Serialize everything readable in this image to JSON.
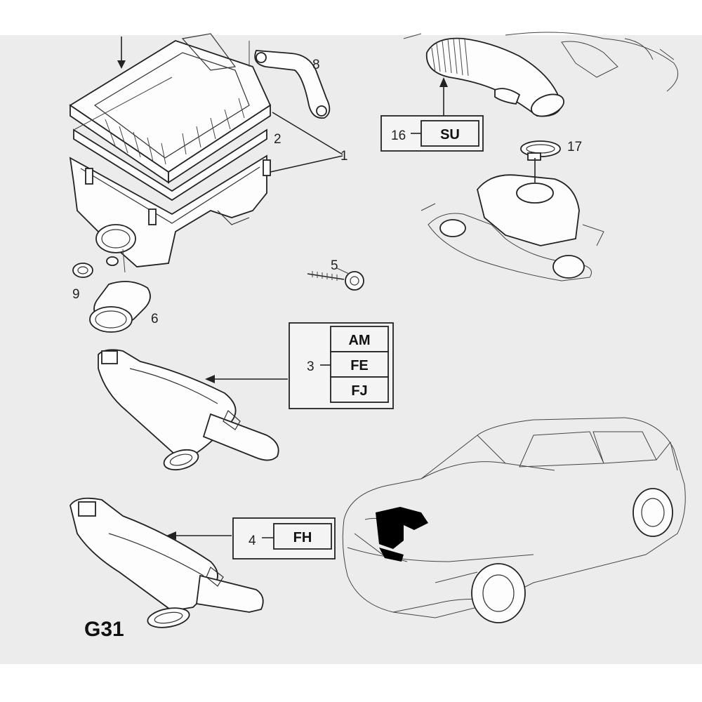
{
  "diagram": {
    "page_code": "G31",
    "callouts": {
      "c1": "1",
      "c2": "2",
      "c3": "3",
      "c4": "4",
      "c5": "5",
      "c6": "6",
      "c8": "8",
      "c9": "9",
      "c16": "16",
      "c17": "17"
    },
    "variant_boxes": {
      "box3": [
        "AM",
        "FE",
        "FJ"
      ],
      "box4": [
        "FH"
      ],
      "box16": [
        "SU"
      ]
    }
  }
}
